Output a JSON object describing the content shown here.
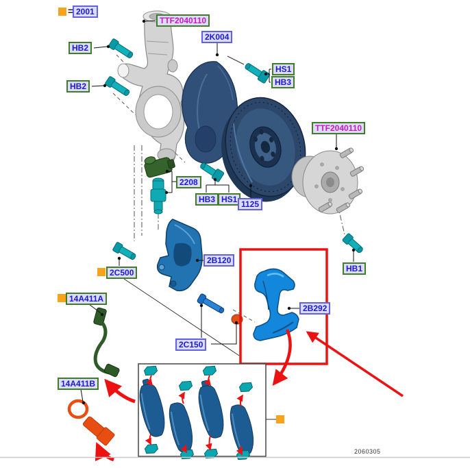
{
  "legend": {
    "equals_sign": "=",
    "part_ref": "2001"
  },
  "labels": {
    "knuckle_ttf": "TTF2040110",
    "shield": "2K004",
    "hb2_upper": "HB2",
    "hb2_lower": "HB2",
    "hs1_upper": "HS1",
    "hb3_upper": "HB3",
    "hub_ttf": "TTF2040110",
    "abs_sensor": "2208",
    "hb3_lower": "HB3",
    "hs1_lower": "HS1",
    "rotor": "1125",
    "caliper": "2B120",
    "caliper_bolt": "2C500",
    "hb1": "HB1",
    "wear_sensor": "14A411A",
    "bracket": "2B292",
    "guide_pin": "2C150",
    "wear_sensor_loop": "14A411B"
  },
  "footer": {
    "doc_code": "2060305"
  },
  "colors": {
    "highlight_red": "#EC1212",
    "label_text_blue": "#1A1AD6",
    "label_text_magenta": "#C61AC6",
    "label_border_green": "#3F7D28",
    "label_border_blue": "#6060E8",
    "label_bg": "#DCDCF6",
    "hardware_teal": "#00A9B4",
    "caliper_blue": "#2173B2",
    "bracket_blue": "#1287DC",
    "steel_blue_dark": "#2C4769",
    "marker_orange": "#F7A41C",
    "wire_green": "#2D5A27",
    "connector_orange": "#E84E12"
  }
}
